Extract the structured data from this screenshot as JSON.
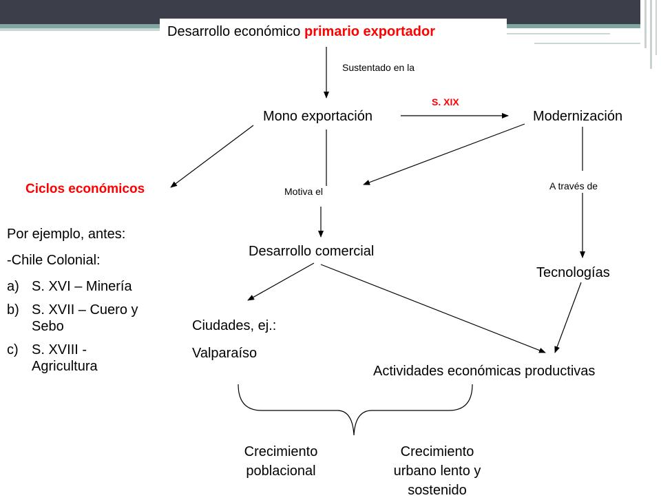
{
  "title": {
    "main": "Desarrollo económico ",
    "highlight": "primario exportador"
  },
  "labels": {
    "sustentado": "Sustentado en la",
    "sxix": "S. XIX",
    "motiva": "Motiva el",
    "atraves": "A través de"
  },
  "nodes": {
    "mono": "Mono exportación",
    "modern": "Modernización",
    "ciclos": "Ciclos económicos",
    "desarrollo": "Desarrollo comercial",
    "tecno": "Tecnologías",
    "ciudades1": "Ciudades, ej.:",
    "ciudades2": "Valparaíso",
    "actividades": "Actividades económicas productivas",
    "crec1a": "Crecimiento",
    "crec1b": "poblacional",
    "crec2a": "Crecimiento",
    "crec2b": "urbano lento y",
    "crec2c": "sostenido"
  },
  "examples": {
    "intro": "Por ejemplo, antes:",
    "colonial": "-Chile Colonial:",
    "items": [
      {
        "mark": "a)",
        "text": "S. XVI – Minería"
      },
      {
        "mark": "b)",
        "text": "S. XVII – Cuero y Sebo"
      },
      {
        "mark": "c)",
        "text": "S. XVIII - Agricultura"
      }
    ]
  },
  "colors": {
    "header_dark": "#3c3f4a",
    "header_teal": "#7fa6a1",
    "accent_red": "#ff0000"
  }
}
